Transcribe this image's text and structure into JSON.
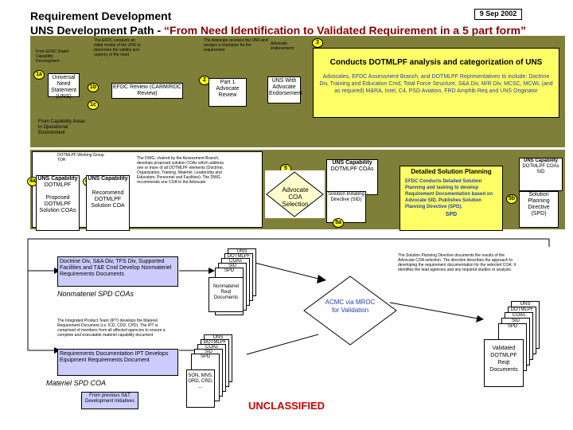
{
  "header": {
    "title_line1": "Requirement Development",
    "title_line2_prefix": "UNS Development Path  -  ",
    "title_line2_quote": "“From Need Identification to Validated Requirement  in a 5 part form”",
    "date": "9 Sep 2002"
  },
  "top_panel": {
    "efdc_note": "From EFDC Rapid Capability Development",
    "uns_box": "Universal Need Statement (UNS)",
    "efdc_review": "EFDC Review (CARM/RDC Review)",
    "part1_box": "Part 1 Advocate Review",
    "uns_with_advocate": "UNS With Advocate Endorsement",
    "from_capability": "From Capability Areas in Operational Environment",
    "small_note_a": "The EFDC conducts an initial review of the UNS to determine the validity and urgency of the need",
    "small_note_b": "The Advocate receives the UNS and assigns a champion for the requirement",
    "small_note_c": "Advocate endorsement",
    "analysis_title": "Conducts DOTMLPF analysis and categorization of UNS",
    "analysis_body": "Advocates, EFDC Assessment Branch, and DOTMLPF Representatives to include: Doctrine Div, Training and Education Cmd, Total Force Structure, S&A Div, M/R Div, MCSC, MCWL (and as required) M&RA, Intel, C4, PSD Aviation, FRD Amphib Req and UNS Originator"
  },
  "tags": {
    "t1a": "1a",
    "t1b": "1b",
    "t1c": "1c",
    "t2": "2",
    "t3": "3",
    "t4a": "4a",
    "t4b": "4b",
    "t5": "5",
    "t5a": "5a",
    "t5b": "5b"
  },
  "middle_panel": {
    "working_group": "DOTMLPF Working Group TOR",
    "uns_cap_1": "UNS Capability",
    "dotmlpf_1": "DOTMLPF",
    "proposed_coas": "Proposed DOTMLPF Solution COAs",
    "uns_cap_2": "UNS Capability",
    "recommend": "Recommend DOTMLPF Solution COA",
    "central_note": "The DWG, chaired by the Assessment Branch, develops proposed solution COAs which address one or more of all DOTMLPF elements (Doctrine, Organization, Training, Materiel, Leadership and Education, Personnel and Facilities). The DWG recommends one COA to the Advocate.",
    "advocate_coa": "Advocate COA Selection",
    "uns_cap_3": "UNS Capability",
    "dotmlpf_coas": "DOTMLPF COAs",
    "initiating_directive": "Solution Initiating Directive (SID)",
    "detailed_title": "Detailed Solution Planning",
    "detailed_body": "EFDC Conducts Detailed Solution Planning and tasking to develop Requirement Documentation based on Advocate SID. Publishes Solution Planning Directive (SPD).",
    "spd_label": "SPD",
    "uns_cap_4": "UNS Capability",
    "dotmlpf_coas_2": "DOTMLPF COAs",
    "sid_label": "SID",
    "planning_directive": "Solution Planning Directive (SPD)"
  },
  "bottom": {
    "nonmateriel_box": "Doctrine Div, S&A Div, TFS Div, Supported Facilities and T&E Cmd Develop Nonmateriel Requirements Documents",
    "nonmateriel_label": "Nonmateriel SPD COAs",
    "ipt_note": "The Integrated Product Team (IPT) develops the Materiel Requirement Document (i.e. ICD, CDD, CPD). The IPT is comprised of members from all affected agencies to ensure a complete and executable materiel capability document",
    "ipt_box": "Requirements Documentation IPT Develops Equipment Requirements Document",
    "materiel_label": "Materiel SPD COA",
    "previous_sat": "From previous S&T Development Initiatives",
    "nonmateriel_docs": "Nonmateriel Reqt Documents",
    "docs_stack_1": [
      "UNS",
      "DOTMLPF",
      "COAs",
      "SID",
      "SPD"
    ],
    "docs_stack_2": [
      "UNS",
      "DOTMLPF",
      "COAs",
      "SID",
      "SPD"
    ],
    "docs_list": "SON, MNS, ORD, CRD, ...",
    "acmc_box": "ACMC via MROC for Validation",
    "spd_note": "The Solution Planning Directive documents the results of the Advocate COA selection. The directive describes the approach to developing the requirement documentation for the selected COA. It identifies the lead agencies and any required studies or analysis.",
    "validated_docs": "Validated DOTMLPF Reqt Documents",
    "docs_stack_3": [
      "UNS",
      "DOTMLPF",
      "COAs",
      "SID",
      "SPD"
    ],
    "unclassified": "UNCLASSIFIED"
  }
}
